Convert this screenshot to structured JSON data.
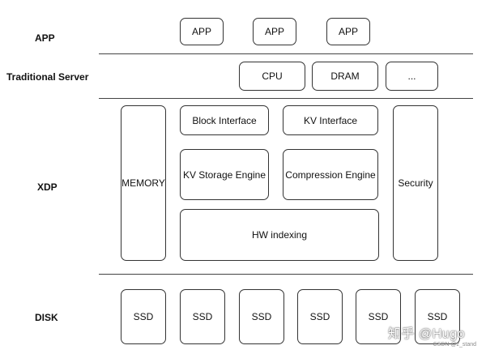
{
  "layers": {
    "app": "APP",
    "server": "Traditional Server",
    "xdp": "XDP",
    "disk": "DISK"
  },
  "app_boxes": [
    "APP",
    "APP",
    "APP"
  ],
  "server_boxes": [
    "CPU",
    "DRAM",
    "..."
  ],
  "xdp": {
    "memory": "MEMORY",
    "block_interface": "Block Interface",
    "kv_interface": "KV Interface",
    "kv_storage_engine": "KV Storage Engine",
    "compression_engine": "Compression Engine",
    "hw_indexing": "HW indexing",
    "security": "Security"
  },
  "ssd_boxes": [
    "SSD",
    "SSD",
    "SSD",
    "SSD",
    "SSD",
    "SSD"
  ],
  "watermark": "知乎 @Hugo",
  "credit": "CSDN @z_stand"
}
